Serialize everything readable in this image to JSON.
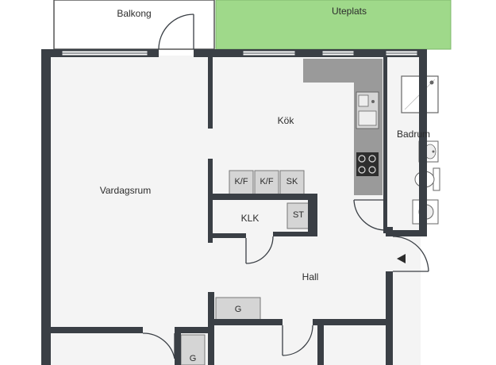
{
  "rooms": {
    "balkong": "Balkong",
    "uteplats": "Uteplats",
    "kok": "Kök",
    "badrum": "Badrum",
    "vardagsrum": "Vardagsrum",
    "klk": "KLK",
    "hall": "Hall"
  },
  "fixtures": {
    "kf1": "K/F",
    "kf2": "K/F",
    "sk": "SK",
    "st": "ST",
    "g_hall": "G",
    "g_bottom": "G"
  },
  "colors": {
    "wall": "#3a3f45",
    "floor": "#f4f4f4",
    "terrace": "#9fd98a",
    "terrace_border": "#7fb86c",
    "counter": "#9a9a9a",
    "window": "#ffffff"
  }
}
